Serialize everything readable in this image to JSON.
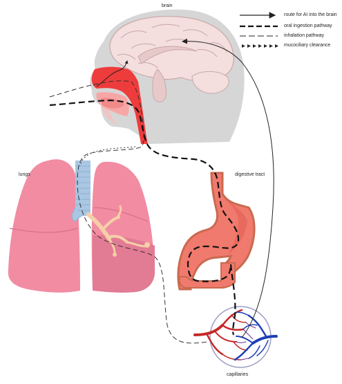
{
  "labels": {
    "brain": "brain",
    "lungs": "lungs",
    "digestive_tract": "digestive tract",
    "capillaries": "capillaries"
  },
  "legend": {
    "items": [
      {
        "key": "route",
        "label": "route for AI into the brain",
        "style": "solid-arrow"
      },
      {
        "key": "oral",
        "label": "oral ingestion pathway",
        "style": "thick-dashed"
      },
      {
        "key": "inhalation",
        "label": "inhalation pathway",
        "style": "thin-dashed"
      },
      {
        "key": "mucociliary",
        "label": "mucociliary clearance",
        "style": "arrowed-dotted"
      }
    ]
  },
  "colors": {
    "head_gray": "#d5d5d5",
    "brain": "#f4dede",
    "brain_outline": "#c9a7a7",
    "airway_red": "#ee3b3b",
    "lung_pink": "#f18ca3",
    "lung_shadow": "#d87088",
    "trachea_blue": "#a9c7e3",
    "bronchi": "#f6cfa8",
    "stomach": "#f07a6d",
    "stomach_shadow": "#c96a4f",
    "artery": "#c62828",
    "vein": "#1e3fb5"
  }
}
